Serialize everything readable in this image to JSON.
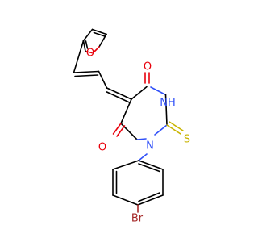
{
  "molecule": {
    "atoms": {
      "furan_o": {
        "label": "O",
        "color": "#e8000b"
      },
      "carbonyl_o_top": {
        "label": "O",
        "color": "#e8000b"
      },
      "carbonyl_o_left": {
        "label": "O",
        "color": "#e8000b"
      },
      "nh": {
        "label": "NH",
        "color": "#3050f8"
      },
      "n_ring": {
        "label": "N",
        "color": "#3050f8"
      },
      "thione_s": {
        "label": "S",
        "color": "#c8b400"
      },
      "bromine": {
        "label": "Br",
        "color": "#a62929"
      }
    }
  }
}
